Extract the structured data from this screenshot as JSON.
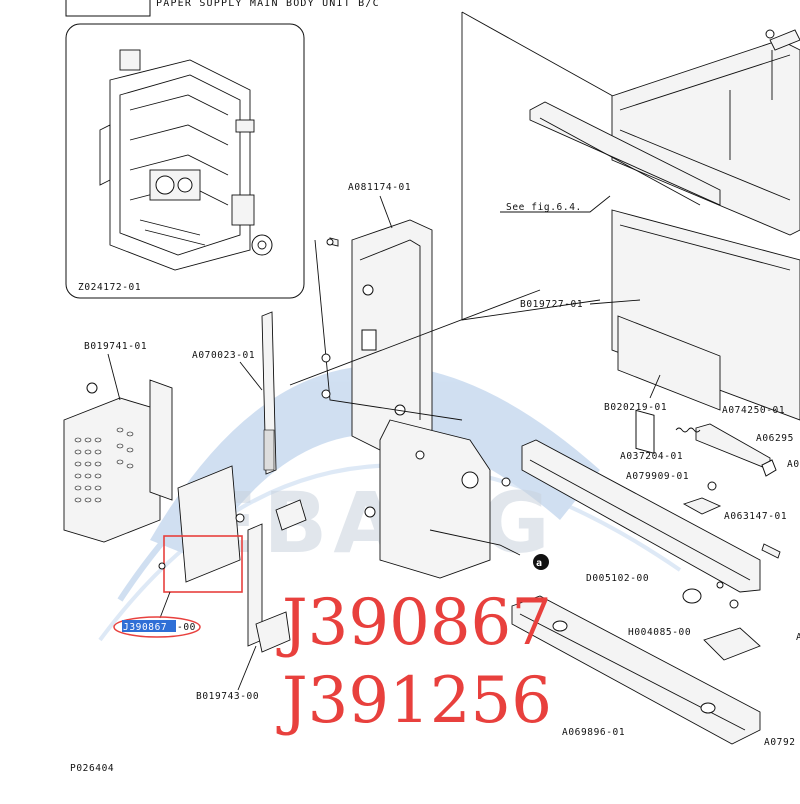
{
  "header": {
    "title": "PAPER SUPPLY MAIN BODY UNIT B/C"
  },
  "inset": {
    "code": "Z024172-01"
  },
  "watermark": {
    "text": "EBANG"
  },
  "labels": [
    {
      "id": "A081174",
      "text": "A081174-01"
    },
    {
      "id": "see_fig",
      "text": "See fig.6.4."
    },
    {
      "id": "B019727",
      "text": "B019727-01"
    },
    {
      "id": "B019741",
      "text": "B019741-01"
    },
    {
      "id": "A070023",
      "text": "A070023-01"
    },
    {
      "id": "B020219",
      "text": "B020219-01"
    },
    {
      "id": "A074250",
      "text": "A074250-01"
    },
    {
      "id": "A062952",
      "text": "A06295"
    },
    {
      "id": "A037204",
      "text": "A037204-01"
    },
    {
      "id": "A079909",
      "text": "A079909-01"
    },
    {
      "id": "A0_right",
      "text": "A0"
    },
    {
      "id": "A063147",
      "text": "A063147-01"
    },
    {
      "id": "D005102",
      "text": "D005102-00"
    },
    {
      "id": "H004085",
      "text": "H004085-00"
    },
    {
      "id": "A_right2",
      "text": "A"
    },
    {
      "id": "B019743",
      "text": "B019743-00"
    },
    {
      "id": "A069896",
      "text": "A069896-01"
    },
    {
      "id": "A0792",
      "text": "A0792"
    },
    {
      "id": "P026404",
      "text": "P026404"
    }
  ],
  "highlight": {
    "part": "J390867",
    "suffix": "-00"
  },
  "callout_marker": "a",
  "overlay": {
    "line1": "J390867",
    "line2": "J391256"
  },
  "colors": {
    "overlay_red": "#e8403d",
    "highlight_blue": "#2f6fd6",
    "watermark_blue": "#5a8fd0"
  }
}
